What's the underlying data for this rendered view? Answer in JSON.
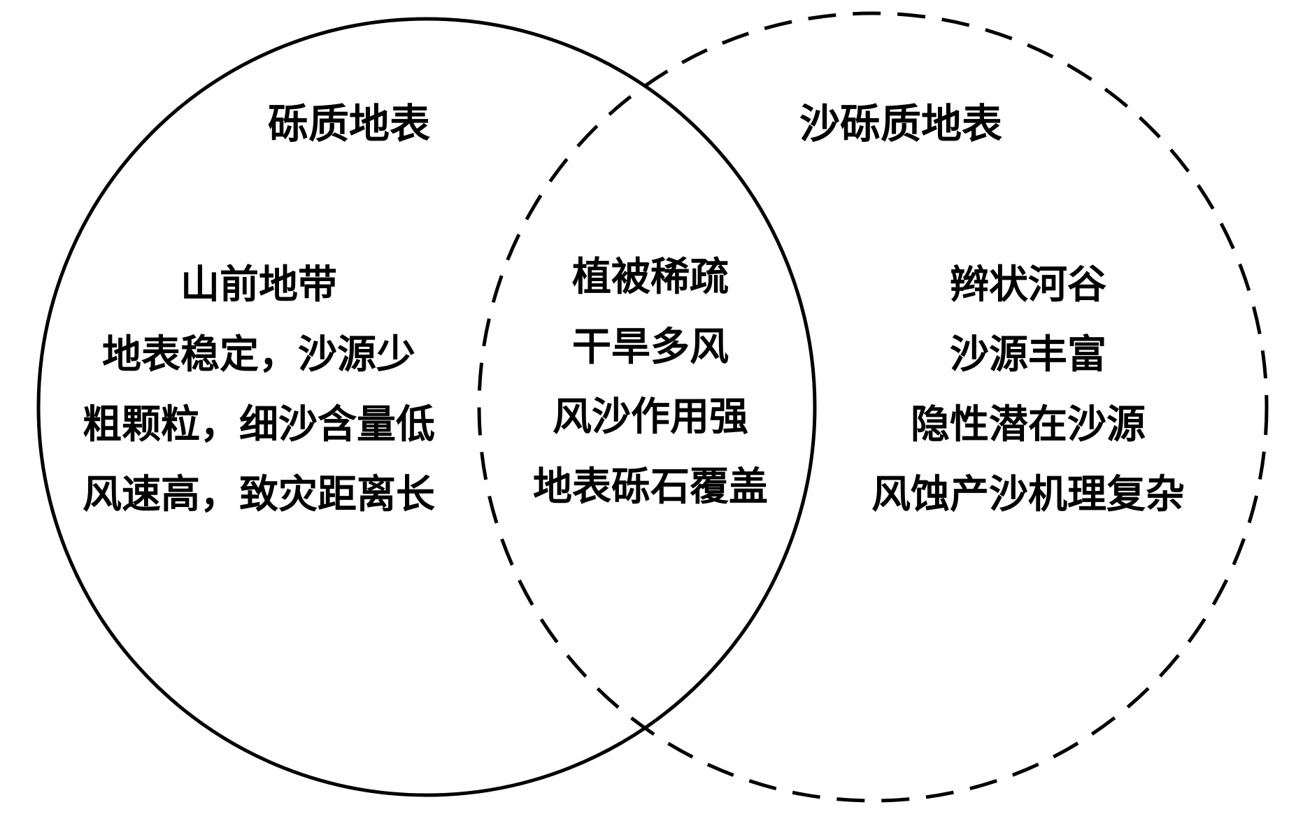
{
  "sets": {
    "left": {
      "title": "砾质地表",
      "items": [
        "山前地带",
        "地表稳定，沙源少",
        "粗颗粒，细沙含量低",
        "风速高，致灾距离长"
      ]
    },
    "right": {
      "title": "沙砾质地表",
      "items": [
        "辫状河谷",
        "沙源丰富",
        "隐性潜在沙源",
        "风蚀产沙机理复杂"
      ]
    },
    "intersection": {
      "items": [
        "植被稀疏",
        "干旱多风",
        "风沙作用强",
        "地表砾石覆盖"
      ]
    }
  },
  "style": {
    "stroke_color": "#000000",
    "text_color": "#000000",
    "left_border": "solid",
    "right_border": "dashed"
  }
}
